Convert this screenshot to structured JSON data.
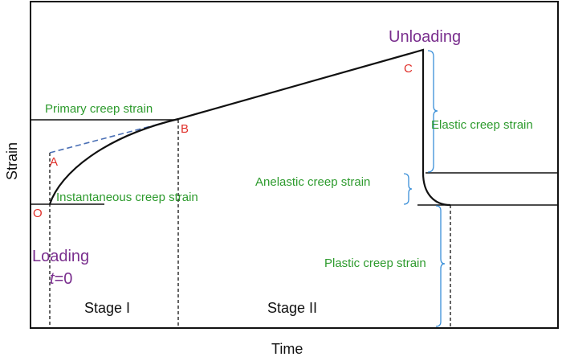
{
  "axes": {
    "y_label": "Strain",
    "x_label": "Time"
  },
  "points": {
    "o": "O",
    "a": "A",
    "b": "B",
    "c": "C"
  },
  "labels": {
    "primary": "Primary creep strain",
    "instantaneous": "Instantaneous creep strain",
    "elastic": "Elastic creep strain",
    "anelastic": "Anelastic creep strain",
    "plastic": "Plastic creep strain",
    "unloading": "Unloading",
    "loading": "Loading",
    "t_symbol": "t",
    "t_value": "=0",
    "stage1": "Stage I",
    "stage2": "Stage II"
  },
  "colors": {
    "green_text": "#2e9b2e",
    "red_text": "#e0302a",
    "purple_text": "#7a2f8e",
    "bracket_blue": "#3a8fd8",
    "dashed_blue": "#4a6fb5"
  }
}
